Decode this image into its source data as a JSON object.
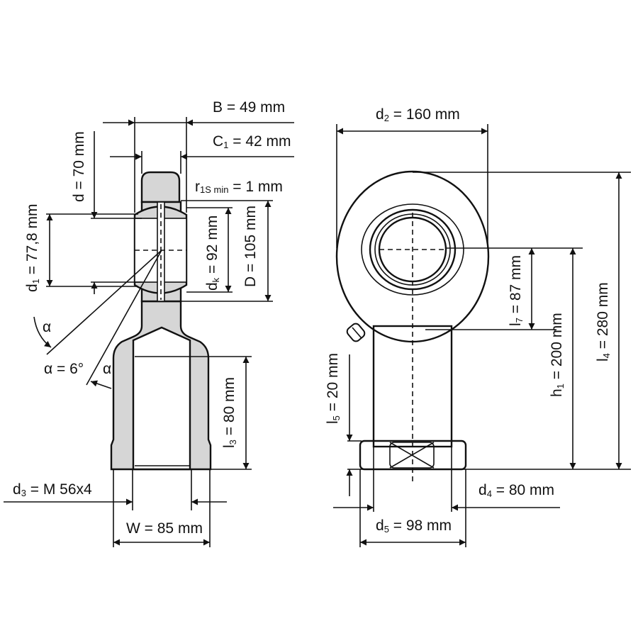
{
  "title": "Rod end dimension drawing",
  "colors": {
    "line": "#111111",
    "fill": "#d6d6d6",
    "background": "#ffffff"
  },
  "labels": {
    "B": {
      "main": "B = 49 mm"
    },
    "C1": {
      "main": "C",
      "sub": "1",
      "rest": " = 42 mm"
    },
    "r1s": {
      "main": "r",
      "sub": "1S min",
      "rest": " = 1 mm"
    },
    "d": {
      "main": "d = 70 mm"
    },
    "d1": {
      "main": "d",
      "sub": "1",
      "rest": " = 77,8 mm"
    },
    "dk": {
      "main": "d",
      "sub": "k",
      "rest": " = 92 mm"
    },
    "D": {
      "main": "D = 105 mm"
    },
    "alpha1": {
      "main": "α"
    },
    "alpha_value": {
      "main": "α = 6°"
    },
    "alpha2": {
      "main": "α"
    },
    "l3": {
      "main": "l",
      "sub": "3",
      "rest": " = 80 mm"
    },
    "d3": {
      "main": "d",
      "sub": "3",
      "rest": " = M 56x4"
    },
    "W": {
      "main": "W = 85 mm"
    },
    "d2": {
      "main": "d",
      "sub": "2",
      "rest": " = 160 mm"
    },
    "l7": {
      "main": "l",
      "sub": "7",
      "rest": " = 87 mm"
    },
    "h1": {
      "main": "h",
      "sub": "1",
      "rest": " = 200 mm"
    },
    "l4": {
      "main": "l",
      "sub": "4",
      "rest": " = 280 mm"
    },
    "l5": {
      "main": "l",
      "sub": "5",
      "rest": " = 20 mm"
    },
    "d4": {
      "main": "d",
      "sub": "4",
      "rest": " = 80 mm"
    },
    "d5": {
      "main": "d",
      "sub": "5",
      "rest": " = 98 mm"
    }
  }
}
